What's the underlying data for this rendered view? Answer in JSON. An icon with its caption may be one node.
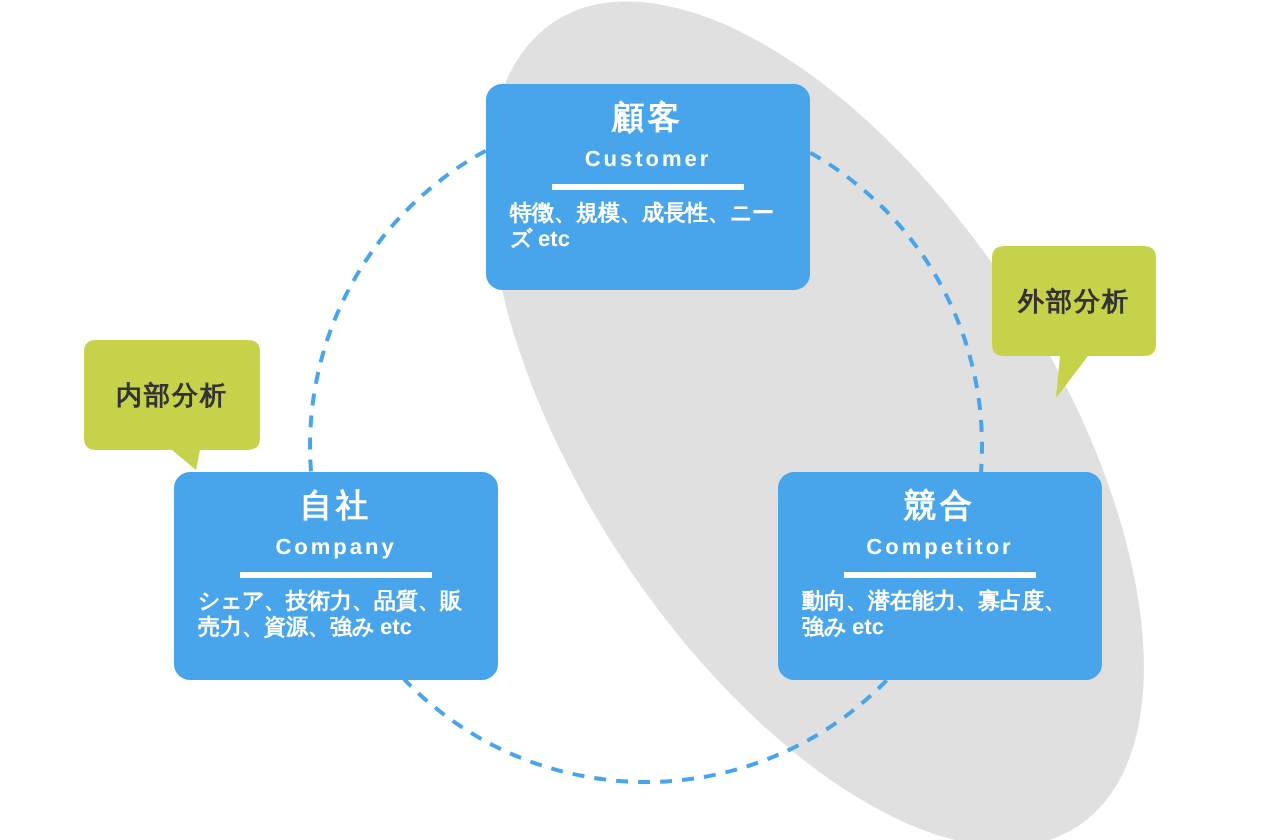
{
  "diagram": {
    "nodes": [
      {
        "text": [
          "顧客",
          "Customer",
          "特徴、規模、成長性、ニーズ etc"
        ]
      },
      {
        "text": [
          "外部分析"
        ]
      },
      {
        "text": [
          "内部分析"
        ]
      },
      {
        "text": [
          "自社",
          "Company",
          "シェア、技術力、品質、販売力、資源、強み etc"
        ]
      },
      {
        "text": [
          "競合",
          "Competitor",
          "動向、潜在能力、寡占度、強み etc"
        ]
      }
    ],
    "edges": [
      {
        "from": 0,
        "to": 4,
        "arrow": "none",
        "style": "dashed"
      },
      {
        "from": 4,
        "to": 3,
        "arrow": "none",
        "style": "dashed"
      },
      {
        "from": 3,
        "to": 0,
        "arrow": "none",
        "style": "dashed"
      }
    ]
  }
}
